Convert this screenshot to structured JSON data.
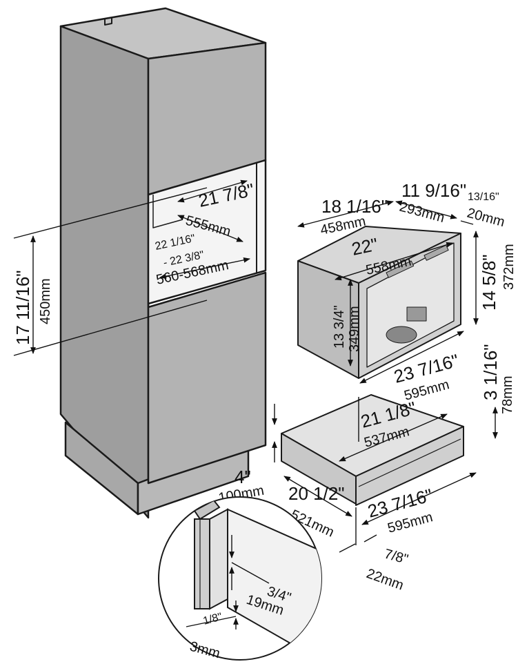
{
  "colors": {
    "cabinet": "#b3b3b3",
    "cabinet_dark": "#8f8f8f",
    "appliance": "#c8c8c8",
    "line": "#1a1a1a",
    "detail_fill": "#eeeeee"
  },
  "cabinet": {
    "niche_width_in": "21 7/8\"",
    "niche_width_mm": "555mm",
    "niche_depth_in_a": "22 1/16\"",
    "niche_depth_in_b": "- 22 3/8\"",
    "niche_depth_mm": "560-568mm",
    "niche_height_in": "17 11/16\"",
    "niche_height_mm": "450mm"
  },
  "coffee_machine": {
    "depth_in": "18 1/16\"",
    "depth_mm": "458mm",
    "front_depth_in": "11 9/16\"",
    "front_depth_mm": "293mm",
    "panel_depth_in": "13/16\"",
    "panel_depth_mm": "20mm",
    "width_in": "22\"",
    "width_mm": "558mm",
    "height_in": "14 5/8\"",
    "height_mm": "372mm",
    "body_height_in": "13 3/4\"",
    "body_height_mm": "349mm",
    "front_width_in": "23 7/16\"",
    "front_width_mm": "595mm"
  },
  "drawer": {
    "height_in": "3 1/16\"",
    "height_mm": "78mm",
    "width_in": "21 1/8\"",
    "width_mm": "537mm",
    "gap_in": "4\"",
    "gap_mm": "100mm",
    "depth_in": "20 1/2\"",
    "depth_mm": "521mm",
    "front_width_in": "23 7/16\"",
    "front_width_mm": "595mm",
    "front_thickness_in": "7/8\"",
    "front_thickness_mm": "22mm"
  },
  "detail": {
    "gap_in": "3/4\"",
    "gap_mm": "19mm",
    "edge_in": "1/8\"",
    "edge_mm": "3mm"
  }
}
